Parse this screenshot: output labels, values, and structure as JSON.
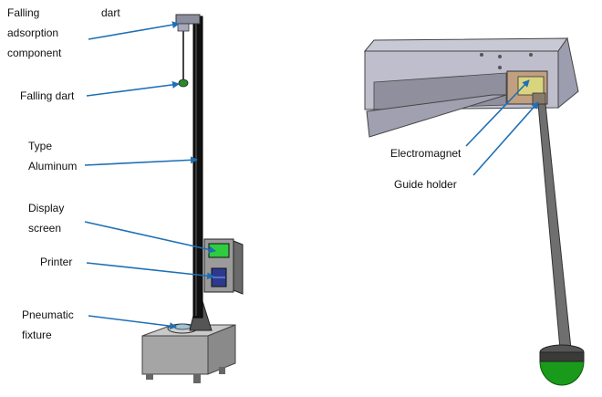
{
  "left_labels": {
    "falling_dart_adsorption_word1": "Falling",
    "falling_dart_adsorption_word2": "dart",
    "falling_dart_adsorption_line2": "adsorption",
    "falling_dart_adsorption_line3": "component",
    "falling_dart": "Falling dart",
    "type_aluminum_line1": "Type",
    "type_aluminum_line2": "Aluminum",
    "display_screen_line1": "Display",
    "display_screen_line2": "screen",
    "printer": "Printer",
    "pneumatic_fixture_line1": "Pneumatic",
    "pneumatic_fixture_line2": "fixture"
  },
  "right_labels": {
    "electromagnet": "Electromagnet",
    "guide_holder": "Guide holder"
  },
  "colors": {
    "arrow": "#1f6fb5",
    "column": "#111111",
    "display_green": "#2ecc40",
    "printer_blue": "#2b3a8f",
    "base_gray": "#9a9a9a",
    "housing": "#b8b8c8",
    "dart_ball_green": "#1a9a1a"
  }
}
